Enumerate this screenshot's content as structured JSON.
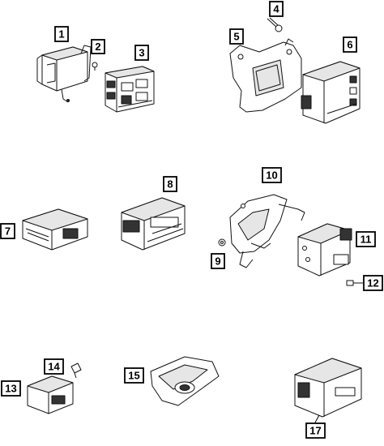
{
  "callouts": [
    {
      "id": "1",
      "text": "1"
    },
    {
      "id": "2",
      "text": "2"
    },
    {
      "id": "3",
      "text": "3"
    },
    {
      "id": "4",
      "text": "4"
    },
    {
      "id": "5",
      "text": "5"
    },
    {
      "id": "6",
      "text": "6"
    },
    {
      "id": "7",
      "text": "7"
    },
    {
      "id": "8",
      "text": "8"
    },
    {
      "id": "9",
      "text": "9"
    },
    {
      "id": "10",
      "text": "10"
    },
    {
      "id": "11",
      "text": "11"
    },
    {
      "id": "12",
      "text": "12"
    },
    {
      "id": "13",
      "text": "13"
    },
    {
      "id": "14",
      "text": "14"
    },
    {
      "id": "15",
      "text": "15"
    },
    {
      "id": "16",
      "text": "17"
    }
  ]
}
